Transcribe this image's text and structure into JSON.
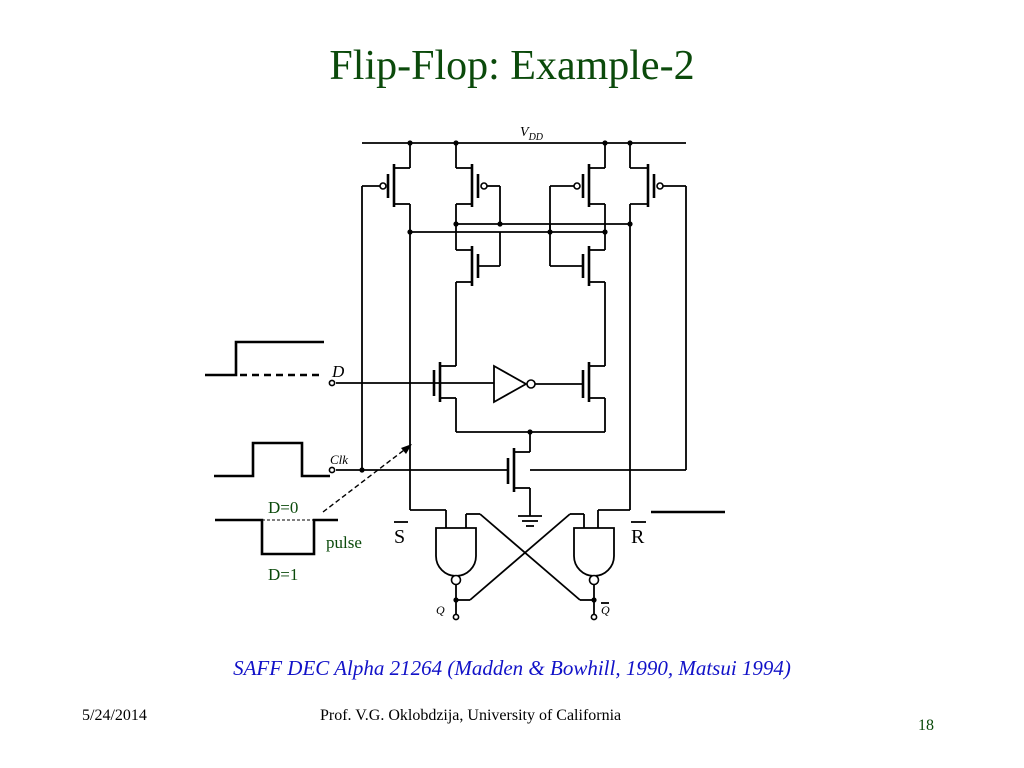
{
  "slide": {
    "title": "Flip-Flop: Example-2",
    "caption": "SAFF DEC Alpha 21264 (Madden & Bowhill, 1990, Matsui 1994)",
    "footer_date": "5/24/2014",
    "footer_author": "Prof. V.G. Oklobdzija, University of California",
    "page_number": "18"
  },
  "circuit": {
    "vdd_label": "V",
    "vdd_subscript": "DD",
    "d_input": "D",
    "clk_input": "Clk",
    "s_output": "S",
    "r_output": "R",
    "q_output": "Q",
    "qbar_output": "Q"
  },
  "waveforms": {
    "d_zero_label": "D=0",
    "d_one_label": "D=1",
    "pulse_label": "pulse"
  }
}
